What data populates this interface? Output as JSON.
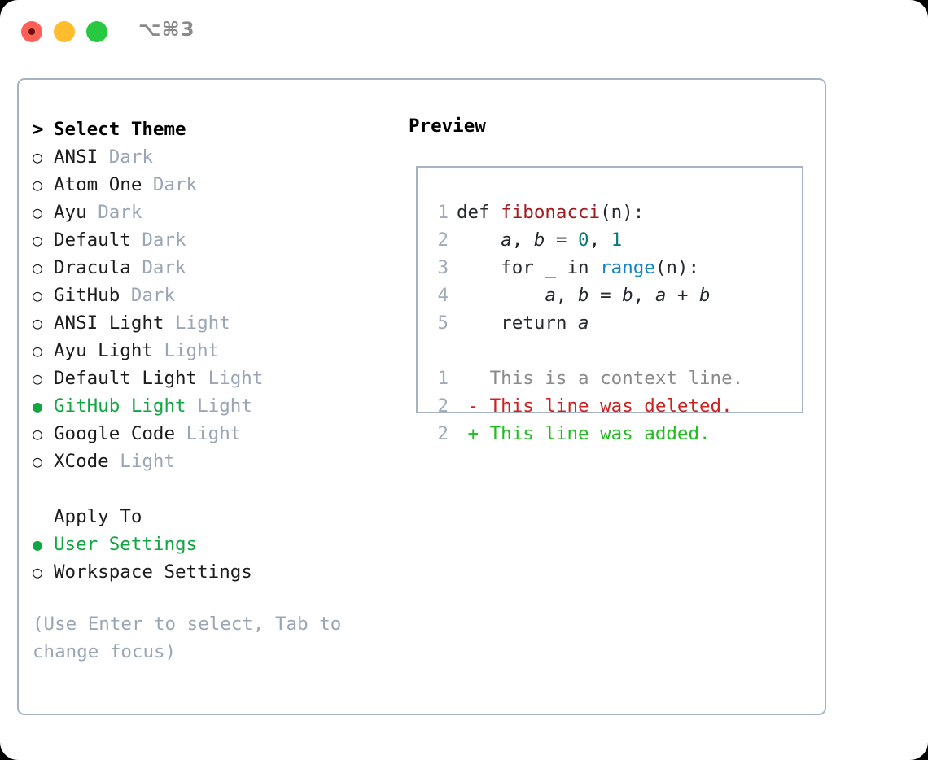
{
  "titlebar": {
    "shortcut": "⌥⌘3",
    "buttons": [
      {
        "name": "close",
        "color": "#ff6058"
      },
      {
        "name": "minimize",
        "color": "#ffbd2e"
      },
      {
        "name": "maximize",
        "color": "#28c840"
      }
    ]
  },
  "theme_picker": {
    "header_marker": ">",
    "header": "Select Theme",
    "items": [
      {
        "marker": "○",
        "name": "ANSI",
        "variant": "Dark",
        "selected": false
      },
      {
        "marker": "○",
        "name": "Atom One",
        "variant": "Dark",
        "selected": false
      },
      {
        "marker": "○",
        "name": "Ayu",
        "variant": "Dark",
        "selected": false
      },
      {
        "marker": "○",
        "name": "Default",
        "variant": "Dark",
        "selected": false
      },
      {
        "marker": "○",
        "name": "Dracula",
        "variant": "Dark",
        "selected": false
      },
      {
        "marker": "○",
        "name": "GitHub",
        "variant": "Dark",
        "selected": false
      },
      {
        "marker": "○",
        "name": "ANSI Light",
        "variant": "Light",
        "selected": false
      },
      {
        "marker": "○",
        "name": "Ayu Light",
        "variant": "Light",
        "selected": false
      },
      {
        "marker": "○",
        "name": "Default Light",
        "variant": "Light",
        "selected": false
      },
      {
        "marker": "●",
        "name": "GitHub Light",
        "variant": "Light",
        "selected": true
      },
      {
        "marker": "○",
        "name": "Google Code",
        "variant": "Light",
        "selected": false
      },
      {
        "marker": "○",
        "name": "XCode",
        "variant": "Light",
        "selected": false
      }
    ]
  },
  "apply_to": {
    "title": "Apply To",
    "options": [
      {
        "marker": "●",
        "label": "User Settings",
        "selected": true
      },
      {
        "marker": "○",
        "label": "Workspace Settings",
        "selected": false
      }
    ]
  },
  "hint": "(Use Enter to select, Tab to change focus)",
  "preview": {
    "label": "Preview",
    "code_lines": [
      {
        "n": "1",
        "tokens": [
          {
            "t": "def ",
            "c": "kw"
          },
          {
            "t": "fibonacci",
            "c": "fn"
          },
          {
            "t": "(n):",
            "c": "pl"
          }
        ]
      },
      {
        "n": "2",
        "tokens": [
          {
            "t": "    ",
            "c": "pl"
          },
          {
            "t": "a",
            "c": "var"
          },
          {
            "t": ", ",
            "c": "pl"
          },
          {
            "t": "b",
            "c": "var"
          },
          {
            "t": " = ",
            "c": "pl"
          },
          {
            "t": "0",
            "c": "num"
          },
          {
            "t": ", ",
            "c": "pl"
          },
          {
            "t": "1",
            "c": "num"
          }
        ]
      },
      {
        "n": "3",
        "tokens": [
          {
            "t": "    for _ in ",
            "c": "kw"
          },
          {
            "t": "range",
            "c": "bi"
          },
          {
            "t": "(n):",
            "c": "pl"
          }
        ]
      },
      {
        "n": "4",
        "tokens": [
          {
            "t": "        ",
            "c": "pl"
          },
          {
            "t": "a",
            "c": "var"
          },
          {
            "t": ", ",
            "c": "pl"
          },
          {
            "t": "b",
            "c": "var"
          },
          {
            "t": " = ",
            "c": "pl"
          },
          {
            "t": "b",
            "c": "var"
          },
          {
            "t": ", ",
            "c": "pl"
          },
          {
            "t": "a",
            "c": "var"
          },
          {
            "t": " + ",
            "c": "pl"
          },
          {
            "t": "b",
            "c": "var"
          }
        ]
      },
      {
        "n": "5",
        "tokens": [
          {
            "t": "    return ",
            "c": "kw"
          },
          {
            "t": "a",
            "c": "var"
          }
        ]
      }
    ],
    "diff_lines": [
      {
        "n": "1",
        "sign": " ",
        "text": "This is a context line.",
        "kind": "ctx"
      },
      {
        "n": "2",
        "sign": "-",
        "text": "This line was deleted.",
        "kind": "del"
      },
      {
        "n": "2",
        "sign": "+",
        "text": "This line was added.",
        "kind": "add"
      }
    ]
  },
  "colors": {
    "accent_green": "#11a642",
    "border": "#a7b2c2",
    "dim_text": "#9aa5b5",
    "line_number": "#a0aab8",
    "diff_added": "#22bb22",
    "diff_deleted": "#cc2222",
    "syntax_function": "#a01b20",
    "syntax_number": "#0d7a78",
    "syntax_builtin": "#1782c4"
  }
}
